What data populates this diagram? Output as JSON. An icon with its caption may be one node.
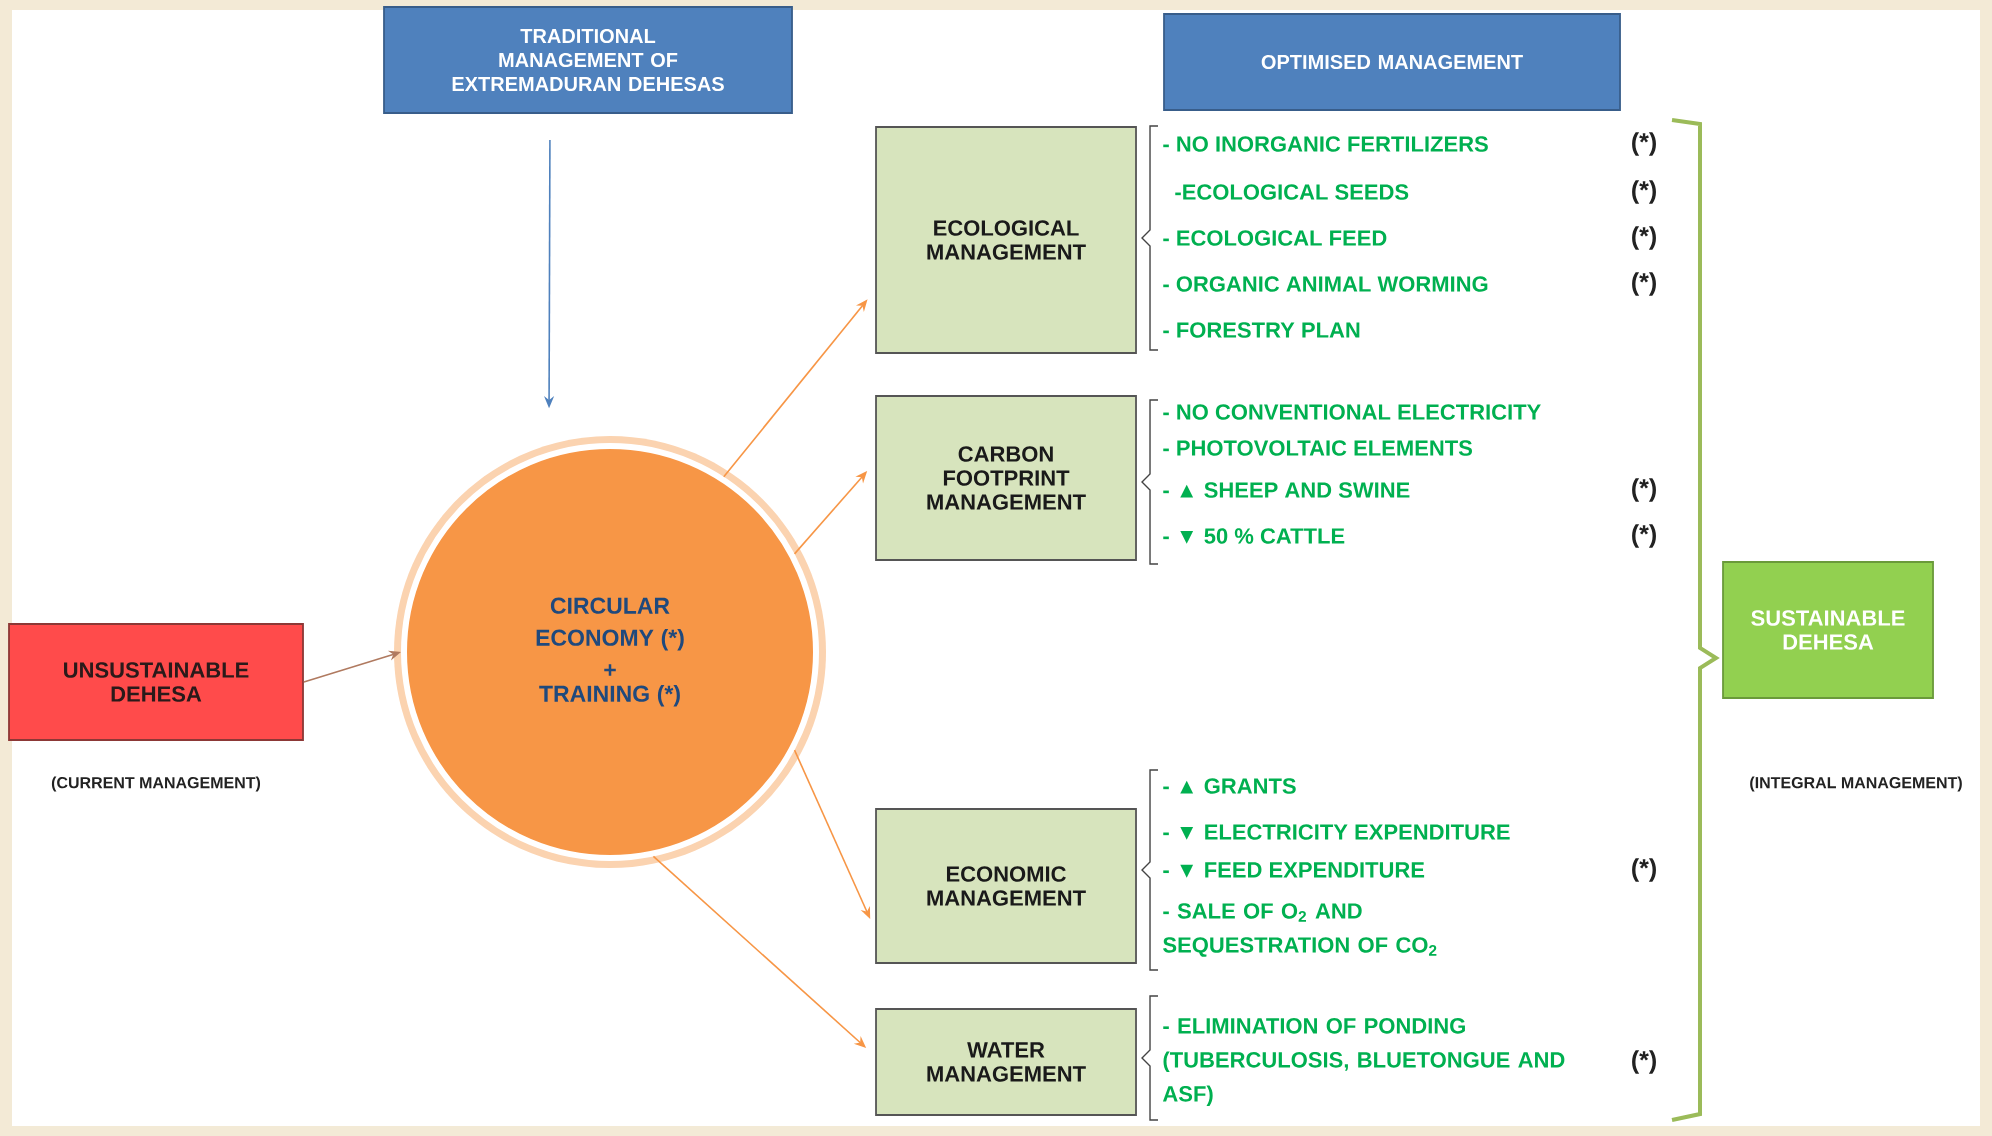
{
  "diagram": {
    "nodes": [
      {
        "text": [
          "TRADITIONAL MANAGEMENT OF EXTREMADURAN DEHESAS"
        ]
      },
      {
        "text": [
          "OPTIMISED MANAGEMENT"
        ]
      },
      {
        "text": [
          "UNSUSTAINABLE DEHESA"
        ],
        "beside": [
          "(CURRENT MANAGEMENT)"
        ]
      },
      {
        "text": [
          "CIRCULAR ECONOMY (*)",
          "+",
          "TRAINING (*)"
        ]
      },
      {
        "text": [
          "ECOLOGICAL MANAGEMENT"
        ]
      },
      {
        "text": [
          "CARBON FOOTPRINT MANAGEMENT"
        ]
      },
      {
        "text": [
          "ECONOMIC MANAGEMENT"
        ]
      },
      {
        "text": [
          "WATER MANAGEMENT"
        ]
      },
      {
        "text": [
          "SUSTAINABLE DEHESA"
        ]
      }
    ],
    "edges": [
      {
        "from": 0,
        "to": 3,
        "arrow": "to",
        "color": "#4f81bd"
      },
      {
        "from": 2,
        "to": 3,
        "arrow": "to",
        "color": "#b07a60"
      },
      {
        "from": 3,
        "to": 4,
        "arrow": "to"
      },
      {
        "from": 3,
        "to": 5,
        "arrow": "to"
      },
      {
        "from": 3,
        "to": 6,
        "arrow": "to"
      },
      {
        "from": 3,
        "to": 7,
        "arrow": "to"
      }
    ],
    "labels": [
      "- NO INORGANIC FERTILIZERS",
      "(*)",
      "-ECOLOGICAL SEEDS",
      "(*)",
      "- ECOLOGICAL FEED",
      "(*)",
      "- ORGANIC ANIMAL WORMING",
      "(*)",
      "- FORESTRY PLAN",
      "- NO CONVENTIONAL ELECTRICITY",
      "- PHOTOVOLTAIC ELEMENTS",
      "- ▲ SHEEP AND SWINE",
      "(*)",
      "- ▼ 50 % CATTLE",
      "(*)",
      "- ▲ GRANTS",
      "- ▼ ELECTRICITY EXPENDITURE",
      "- ▼ FEED EXPENDITURE",
      "(*)",
      "- SALE OF O$_{2}$ AND SEQUESTRATION OF CO$_{2}$",
      "- ELIMINATION OF PONDING (TUBERCULOSIS, BLUETONGUE AND ASF)",
      "(*)",
      "(INTEGRAL MANAGEMENT)"
    ]
  }
}
